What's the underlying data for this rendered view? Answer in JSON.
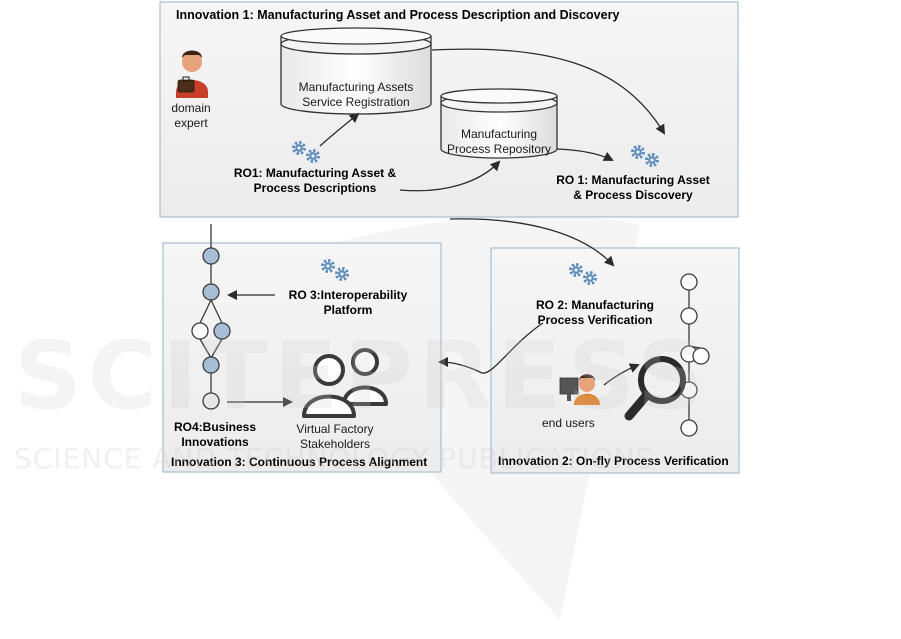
{
  "watermark": {
    "big": "SCITEPRESS",
    "small": "SCIENCE AND TECHNOLOGY PUBLICATIONS"
  },
  "innovation1": {
    "title": "Innovation 1: Manufacturing Asset and Process Description and Discovery",
    "actor": "domain expert",
    "registry_line1": "Manufacturing Assets",
    "registry_line2": "Service Registration",
    "repo_line1": "Manufacturing",
    "repo_line2": "Process Repository",
    "ro1_desc_line1": "RO1: Manufacturing Asset &",
    "ro1_desc_line2": "Process Descriptions",
    "ro1_disc_line1": "RO 1: Manufacturing Asset",
    "ro1_disc_line2": "& Process Discovery"
  },
  "innovation2": {
    "title": "Innovation 2: On-fly Process Verification",
    "ro2_line1": "RO 2: Manufacturing",
    "ro2_line2": "Process Verification",
    "actor": "end users"
  },
  "innovation3": {
    "title": "Innovation 3: Continuous Process Alignment",
    "ro3_line1": "RO 3:Interoperability",
    "ro3_line2": "Platform",
    "ro4_line1": "RO4:Business",
    "ro4_line2": "Innovations",
    "stake_line1": "Virtual Factory",
    "stake_line2": "Stakeholders"
  },
  "colors": {
    "panel_fill": "#f1f1f1",
    "panel_border": "#a9bfd1",
    "node_blue": "#a7bfd6",
    "gear_blue": "#5f8fc0",
    "arrow": "#2b2b2b"
  }
}
